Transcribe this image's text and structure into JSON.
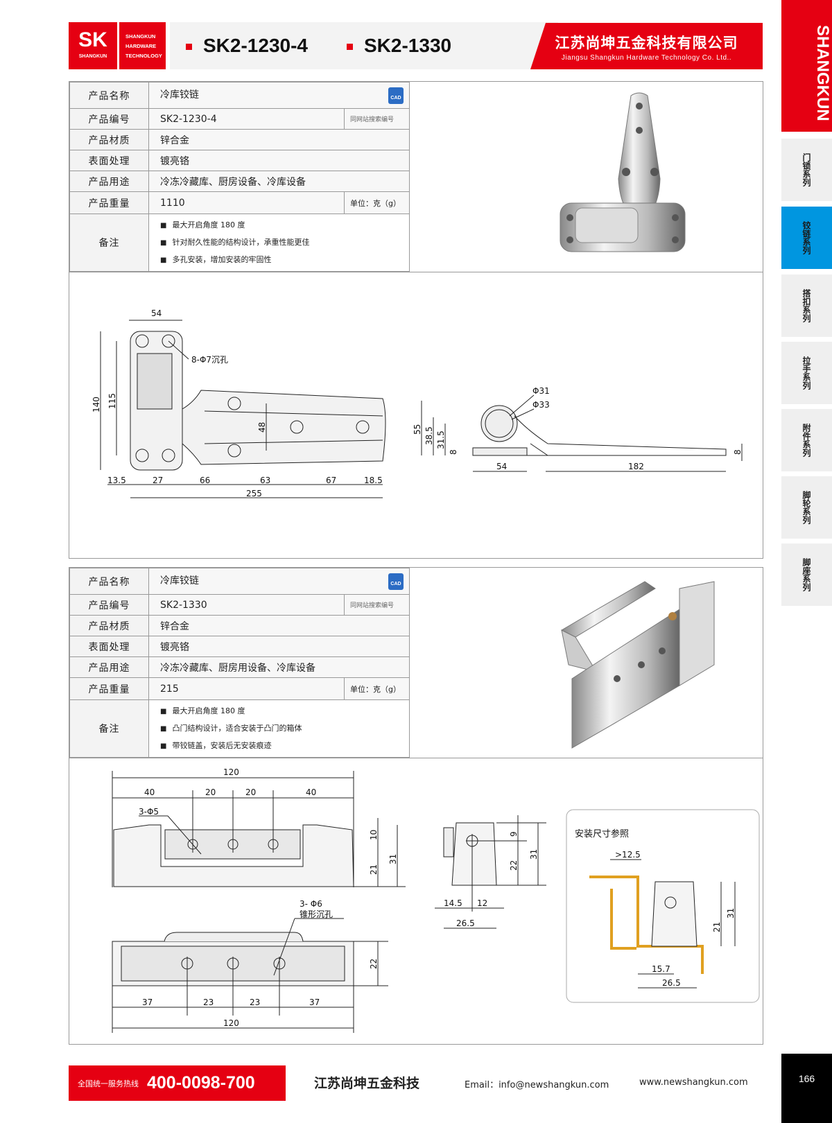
{
  "header": {
    "logo": {
      "mark": "SK",
      "sub": "SHANGKUN",
      "lines": [
        "SHANGKUN",
        "HARDWARE",
        "TECHNOLOGY"
      ]
    },
    "models": [
      "SK2-1230-4",
      "SK2-1330"
    ],
    "company_cn": "江苏尚坤五金科技有限公司",
    "company_en": "Jiangsu Shangkun Hardware Technology Co. Ltd.."
  },
  "sidebar": {
    "brand": "SHANGKUN",
    "items": [
      {
        "label": "门锁系列",
        "active": false
      },
      {
        "label": "铰链系列",
        "active": true
      },
      {
        "label": "搭扣系列",
        "active": false
      },
      {
        "label": "拉手系列",
        "active": false
      },
      {
        "label": "附件系列",
        "active": false
      },
      {
        "label": "脚轮系列",
        "active": false
      },
      {
        "label": "脚座系列",
        "active": false
      }
    ],
    "active_color": "#0096e0"
  },
  "products": [
    {
      "labels": {
        "name": "产品名称",
        "code": "产品编号",
        "material": "产品材质",
        "finish": "表面处理",
        "usage": "产品用途",
        "weight": "产品重量",
        "notes": "备注"
      },
      "name": "冷库铰链",
      "cad": "CAD",
      "code": "SK2-1230-4",
      "search_hint": "同网站搜索编号",
      "material": "锌合金",
      "finish": "镀亮铬",
      "usage": "冷冻冷藏库、厨房设备、冷库设备",
      "weight": "1110",
      "unit": "单位：克（g）",
      "notes": [
        "最大开启角度 180 度",
        "针对耐久性能的结构设计，承重性能更佳",
        "多孔安装，增加安装的牢固性"
      ],
      "dims": {
        "top_width": "54",
        "height_140": "140",
        "height_115": "115",
        "hole_spacing": "48",
        "holes": "8-Φ7沉孔",
        "bottom": [
          "13.5",
          "27",
          "66",
          "63",
          "67",
          "18.5"
        ],
        "total": "255",
        "side": {
          "d31": "Φ31",
          "d33": "Φ33",
          "h55": "55",
          "h385": "38.5",
          "h315": "31.5",
          "h8": "8",
          "w54": "54",
          "w182": "182",
          "t8": "8"
        }
      }
    },
    {
      "labels": {
        "name": "产品名称",
        "code": "产品编号",
        "material": "产品材质",
        "finish": "表面处理",
        "usage": "产品用途",
        "weight": "产品重量",
        "notes": "备注"
      },
      "name": "冷库铰链",
      "cad": "CAD",
      "code": "SK2-1330",
      "search_hint": "同网站搜索编号",
      "material": "锌合金",
      "finish": "镀亮铬",
      "usage": "冷冻冷藏库、厨房用设备、冷库设备",
      "weight": "215",
      "unit": "单位：克（g）",
      "notes": [
        "最大开启角度 180 度",
        "凸门结构设计，适合安装于凸门的箱体",
        "带铰链盖，安装后无安装痕迹"
      ],
      "dims": {
        "top_total": "120",
        "top_parts": [
          "40",
          "20",
          "20",
          "40"
        ],
        "top_holes": "3-Φ5",
        "h10": "10",
        "h21": "21",
        "h31": "31",
        "bot_holes": "3- Φ6",
        "bot_holes_type": "锥形沉孔",
        "h22": "22",
        "bot_parts": [
          "37",
          "23",
          "23",
          "37"
        ],
        "bot_total": "120",
        "side": {
          "h9": "9",
          "h22": "22",
          "h31": "31",
          "w145": "14.5",
          "w12": "12",
          "w265": "26.5"
        },
        "install": {
          "title": "安装尺寸参照",
          "gap": ">12.5",
          "h21": "21",
          "h31": "31",
          "w157": "15.7",
          "w265": "26.5"
        }
      }
    }
  ],
  "footer": {
    "hotline_label": "全国统一服务热线",
    "hotline": "400-0098-700",
    "company": "江苏尚坤五金科技",
    "email": "Email：info@newshangkun.com",
    "website": "www.newshangkun.com",
    "page": "166"
  }
}
